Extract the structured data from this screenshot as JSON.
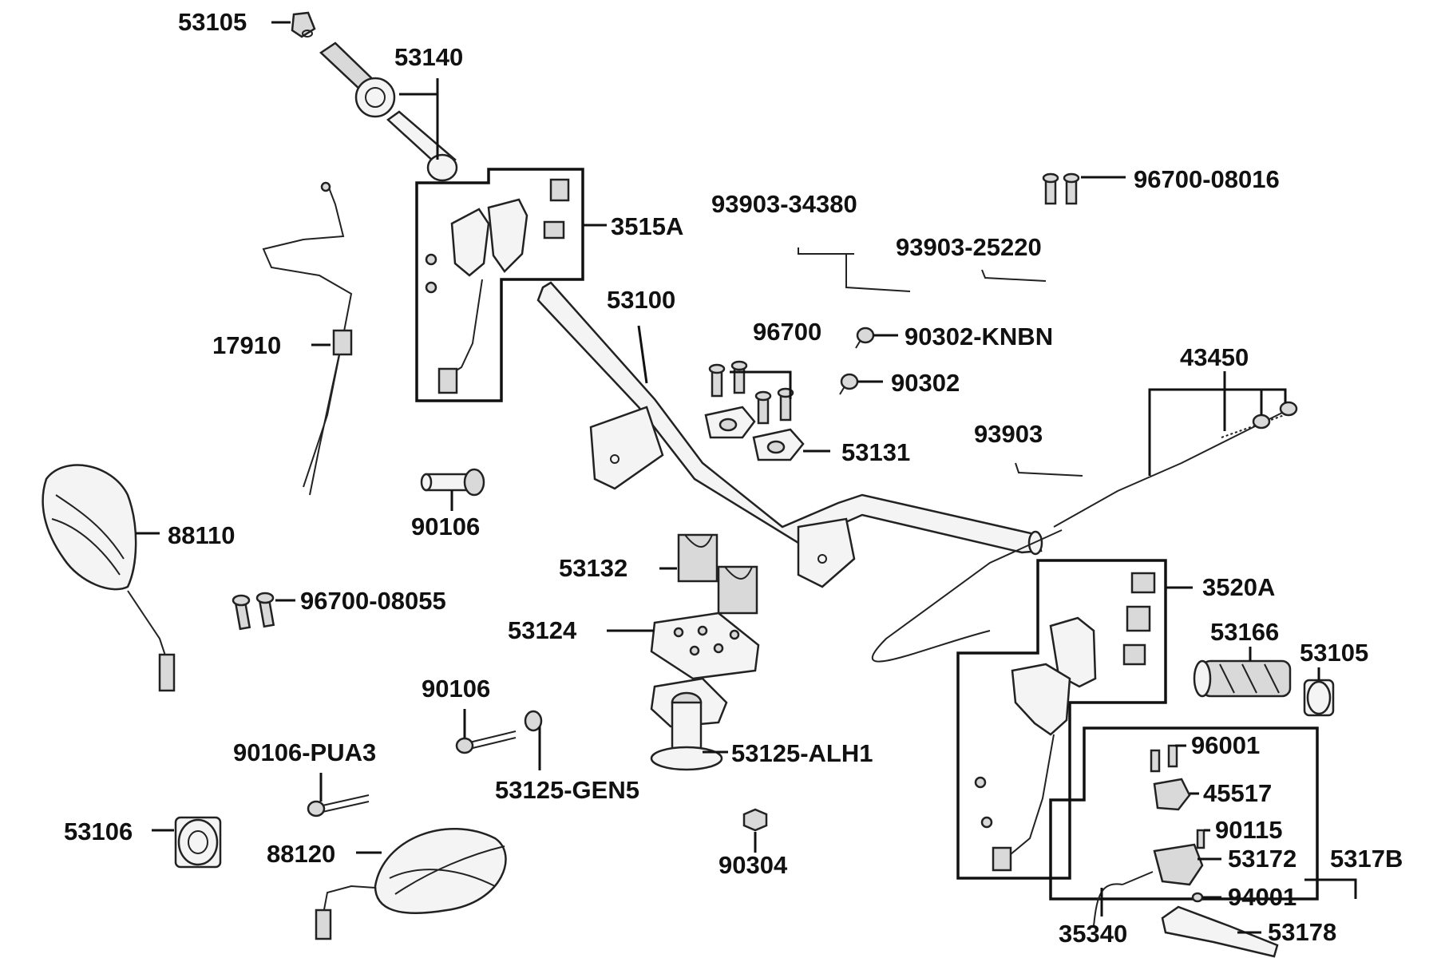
{
  "labels": {
    "p53105_top": "53105",
    "p53140": "53140",
    "p3515A": "3515A",
    "p17910": "17910",
    "p88110": "88110",
    "p96700_08055": "96700-08055",
    "p90106_mid": "90106",
    "p53100": "53100",
    "p96700": "96700",
    "p53131": "53131",
    "p93903_34380": "93903-34380",
    "p93903_25220": "93903-25220",
    "p96700_08016": "96700-08016",
    "p90302_KNBN": "90302-KNBN",
    "p90302": "90302",
    "p43450": "43450",
    "p93903": "93903",
    "p53132": "53132",
    "p53124": "53124",
    "p90106_low": "90106",
    "p90106_PUA3": "90106-PUA3",
    "p53125_ALH1": "53125-ALH1",
    "p53125_GEN5": "53125-GEN5",
    "p53106": "53106",
    "p88120": "88120",
    "p90304": "90304",
    "p3520A": "3520A",
    "p53166": "53166",
    "p53105_right": "53105",
    "p96001": "96001",
    "p45517": "45517",
    "p90115": "90115",
    "p53172": "53172",
    "p5317B": "5317B",
    "p94001": "94001",
    "p35340": "35340",
    "p53178": "53178"
  }
}
